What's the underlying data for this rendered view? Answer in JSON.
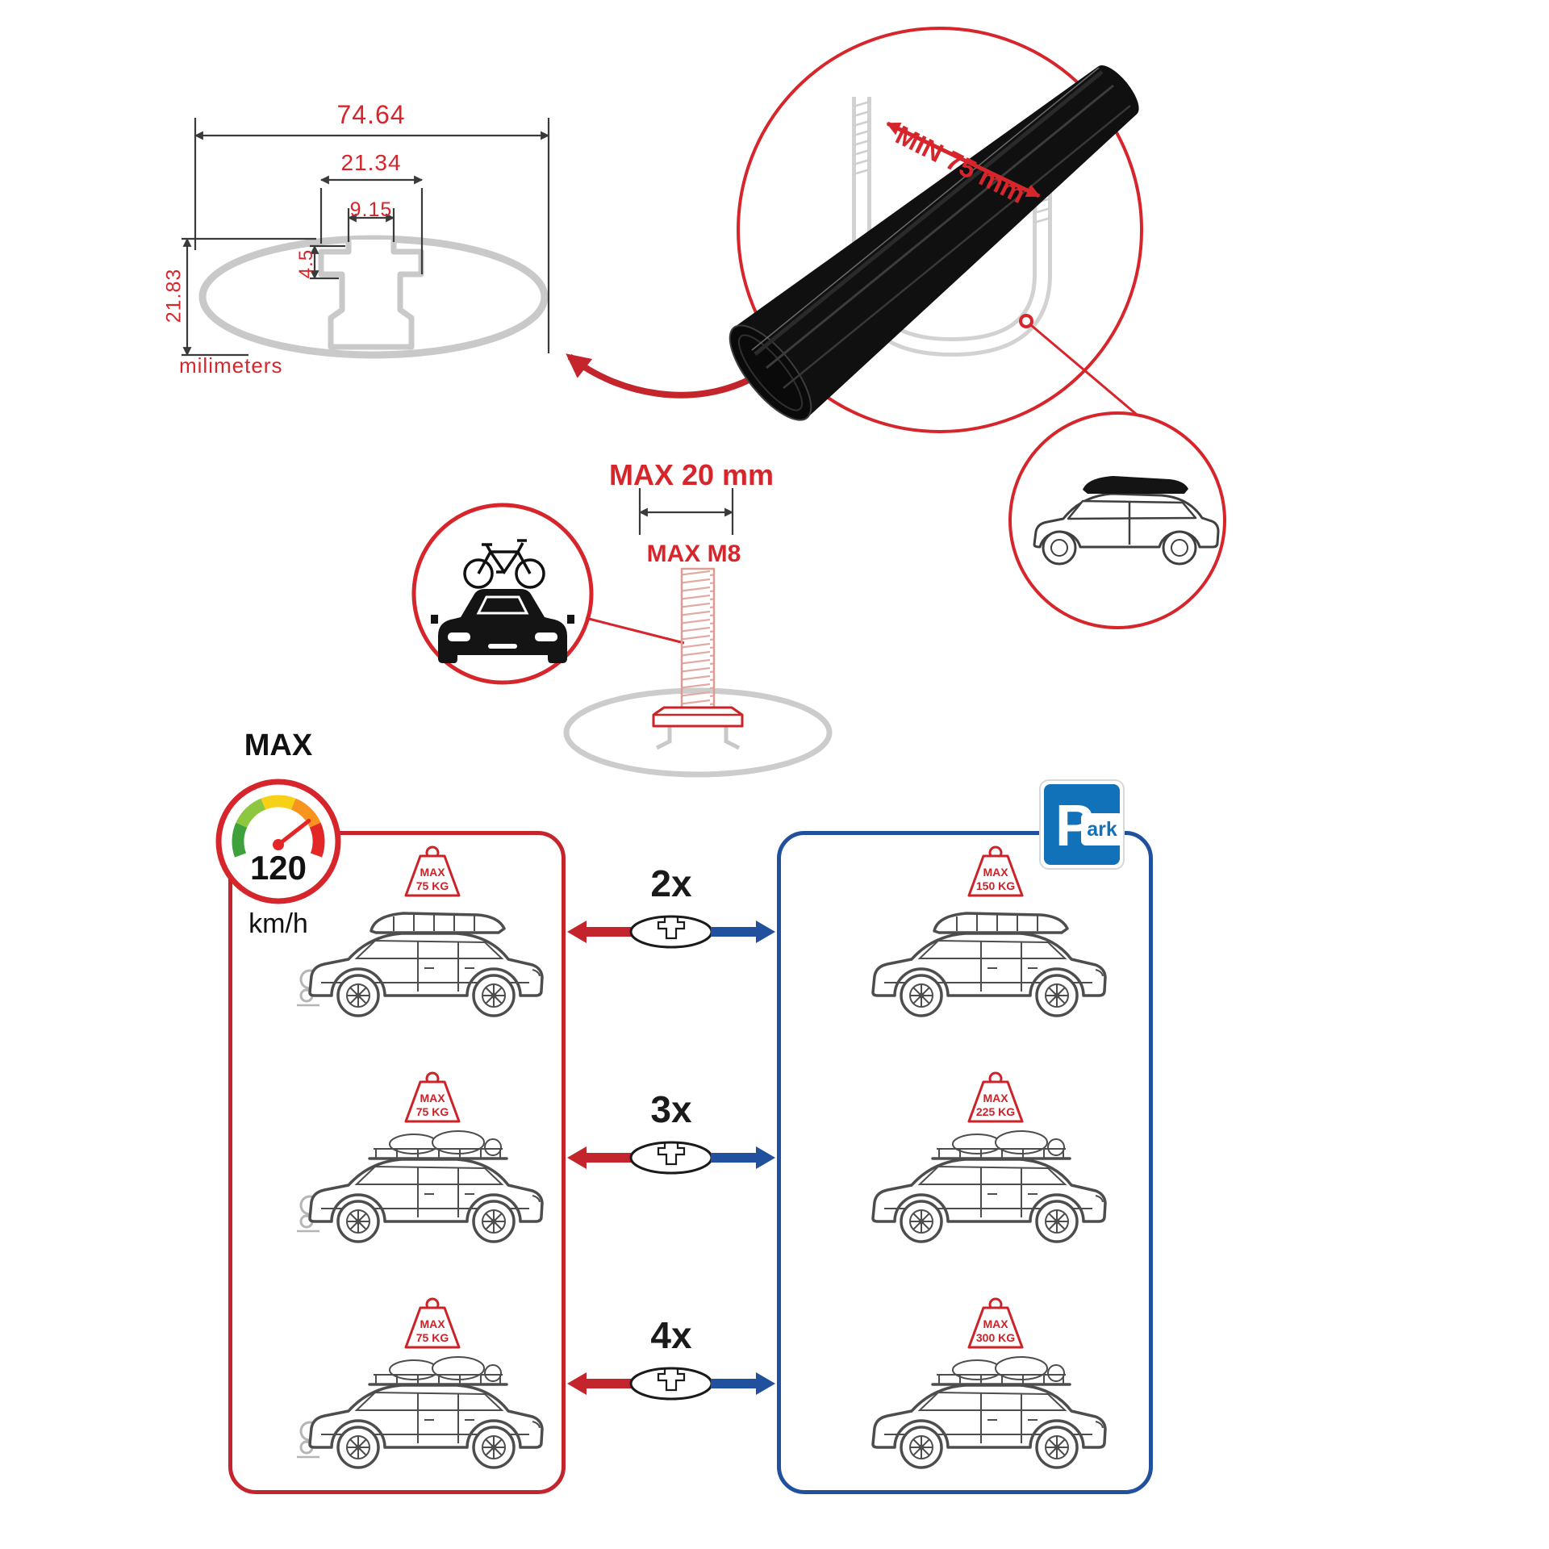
{
  "cross_section": {
    "total_width": "74.64",
    "channel_outer_width": "21.34",
    "channel_opening_width": "9.15",
    "channel_depth": "4.5",
    "profile_height": "21.83",
    "unit_label": "milimeters"
  },
  "clamp_detail": {
    "min_span_label": "MIN 75 mm"
  },
  "bolt_detail": {
    "max_width_label": "MAX 20 mm",
    "max_thread_label": "MAX M8"
  },
  "speed_gauge": {
    "title": "MAX",
    "value": "120",
    "unit": "km/h"
  },
  "dynamic_panel": {
    "cars": [
      {
        "load_title": "MAX",
        "load_value": "75 KG"
      },
      {
        "load_title": "MAX",
        "load_value": "75 KG"
      },
      {
        "load_title": "MAX",
        "load_value": "75 KG"
      }
    ]
  },
  "multipliers": {
    "rows": [
      {
        "count": "2x"
      },
      {
        "count": "3x"
      },
      {
        "count": "4x"
      }
    ]
  },
  "static_panel": {
    "park_letter": "P",
    "park_suffix": "ark",
    "cars": [
      {
        "load_title": "MAX",
        "load_value": "150 KG"
      },
      {
        "load_title": "MAX",
        "load_value": "225 KG"
      },
      {
        "load_title": "MAX",
        "load_value": "300 KG"
      }
    ]
  }
}
